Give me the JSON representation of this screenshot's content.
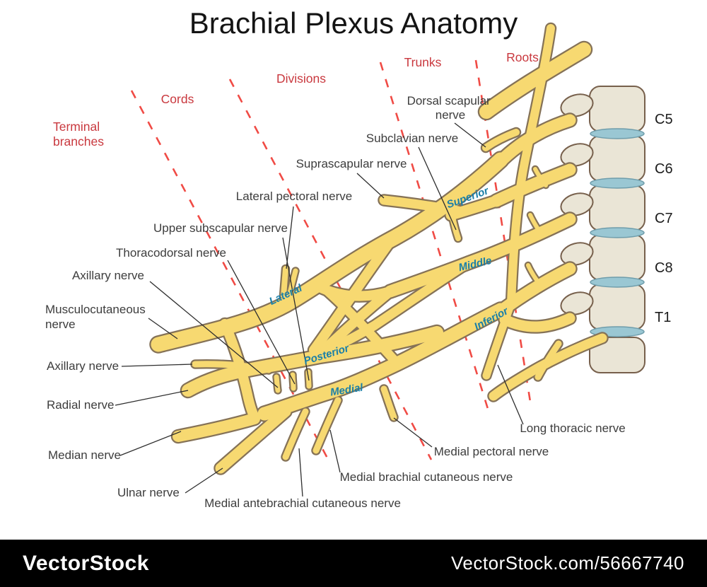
{
  "title": "Brachial Plexus Anatomy",
  "regions": {
    "terminal_branches": {
      "label": "Terminal branches",
      "lines": [
        "Terminal",
        "branches"
      ]
    },
    "cords": {
      "label": "Cords"
    },
    "divisions": {
      "label": "Divisions"
    },
    "trunks": {
      "label": "Trunks"
    },
    "roots": {
      "label": "Roots"
    }
  },
  "vertebrae": [
    "C5",
    "C6",
    "C7",
    "C8",
    "T1"
  ],
  "trunk_labels": [
    "Superior",
    "Middle",
    "Inferior"
  ],
  "cord_labels": [
    "Lateral",
    "Posterior",
    "Medial"
  ],
  "nerves": [
    {
      "label": "Dorsal scapular nerve",
      "lines": [
        "Dorsal scapular",
        "nerve"
      ]
    },
    {
      "label": "Subclavian nerve"
    },
    {
      "label": "Suprascapular nerve"
    },
    {
      "label": "Lateral pectoral nerve"
    },
    {
      "label": "Upper subscapular nerve"
    },
    {
      "label": "Thoracodorsal nerve"
    },
    {
      "label": "Axillary nerve"
    },
    {
      "label": "Musculocutaneous nerve",
      "lines": [
        "Musculocutaneous",
        "nerve"
      ]
    },
    {
      "label": "Axillary nerve"
    },
    {
      "label": "Radial nerve"
    },
    {
      "label": "Median nerve"
    },
    {
      "label": "Ulnar nerve"
    },
    {
      "label": "Medial antebrachial cutaneous nerve"
    },
    {
      "label": "Medial brachial cutaneous nerve"
    },
    {
      "label": "Medial pectoral nerve"
    },
    {
      "label": "Long thoracic nerve"
    }
  ],
  "footer": {
    "brand": "VectorStock",
    "image_ref": "VectorStock.com/56667740"
  },
  "colors": {
    "nerve": "#f7d971",
    "nerve_outline": "#857257",
    "bone": "#eae5d6",
    "bone_outline": "#77604c",
    "disc": "#9ac7d3",
    "region_label": "#c9383e",
    "dashed_line": "#f04b45",
    "trunk_cord_label": "#1a7fa8",
    "nerve_label": "#3d3d3d",
    "footer_bg": "#000000",
    "footer_text": "#ffffff"
  }
}
